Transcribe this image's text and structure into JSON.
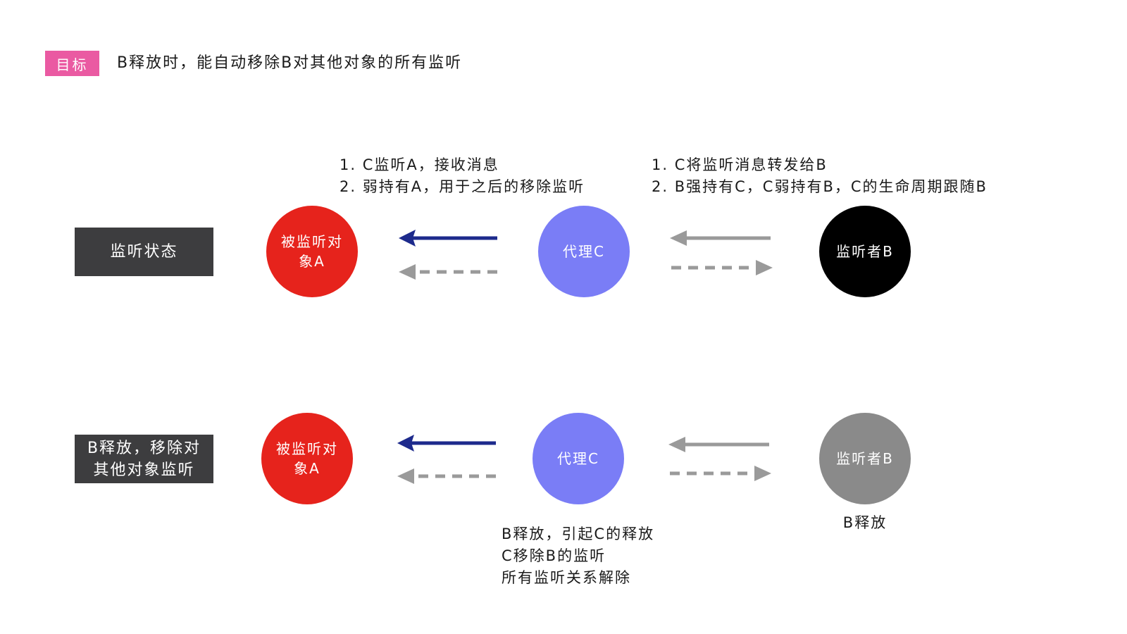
{
  "goal": {
    "badge": "目标",
    "text": "B释放时，能自动移除B对其他对象的所有监听"
  },
  "rows": [
    {
      "label_lines": [
        "监听状态"
      ],
      "node_a": "被监听对象A",
      "node_c": "代理C",
      "node_b": "监听者B"
    },
    {
      "label_lines": [
        "B释放，移除对",
        "其他对象监听"
      ],
      "node_a": "被监听对象A",
      "node_c": "代理C",
      "node_b": "监听者B"
    }
  ],
  "notes": {
    "proxy_to_a": [
      "1. C监听A，接收消息",
      "2. 弱持有A，用于之后的移除监听"
    ],
    "b_to_proxy": [
      "1. C将监听消息转发给B",
      "2. B强持有C，C弱持有B，C的生命周期跟随B"
    ],
    "release_effects": [
      "B释放，引起C的释放",
      "C移除B的监听",
      "所有监听关系解除"
    ],
    "b_released": "B释放"
  },
  "colors": {
    "badge": "#ea5aa2",
    "state_box": "#3d3d3f",
    "node_a": "#e6231c",
    "node_c": "#7a7df6",
    "node_b_active": "#000000",
    "node_b_released": "#8a8a8a",
    "arrow_blue": "#1d2a8c",
    "arrow_gray": "#9a9a9a"
  }
}
